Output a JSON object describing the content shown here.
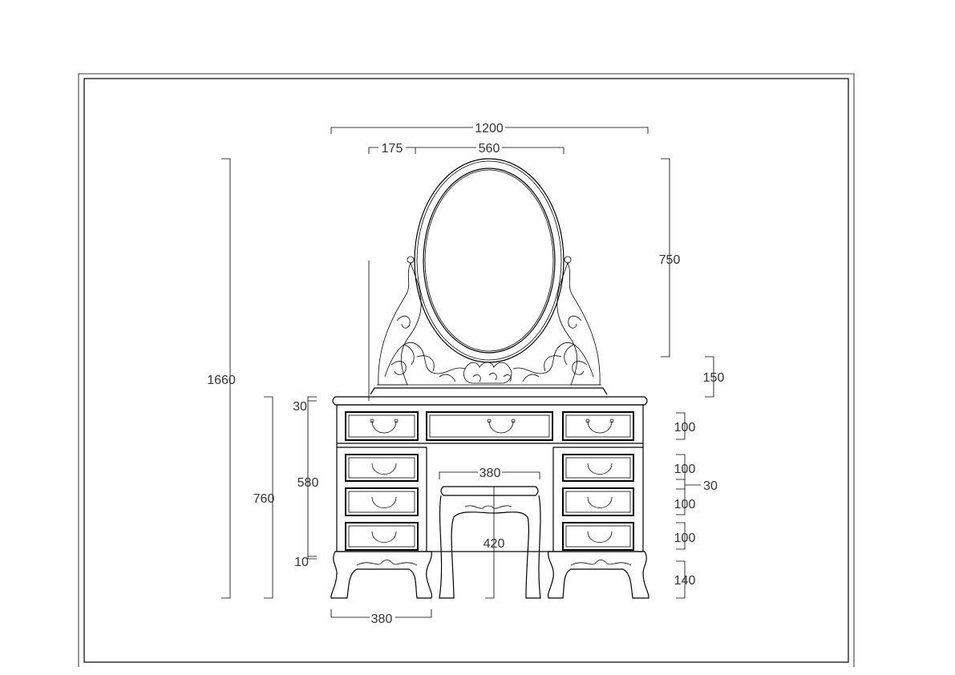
{
  "drawing": {
    "title": "Dressing table with oval mirror and stool - front elevation",
    "dimensions": {
      "overall_width": "1200",
      "mirror_offset": "175",
      "mirror_width": "560",
      "overall_height": "1660",
      "table_height": "760",
      "body_height": "580",
      "top_thickness": "30",
      "base_gap": "10",
      "mirror_height": "750",
      "mirror_stand_height": "150",
      "top_drawer": "100",
      "drawer_2": "100",
      "drawer_gap": "30",
      "drawer_3": "100",
      "drawer_4": "100",
      "leg_height": "140",
      "stool_width": "380",
      "stool_height": "420",
      "pedestal_width": "380"
    }
  }
}
